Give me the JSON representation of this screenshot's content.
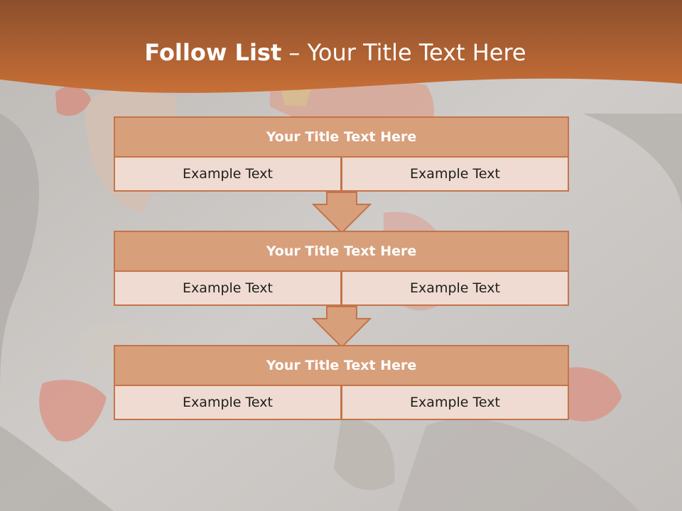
{
  "slide": {
    "title_bold": "Follow List",
    "title_rest": " – Your Title Text Here"
  },
  "blocks": [
    {
      "title": "Your Title Text Here",
      "left": "Example Text",
      "right": "Example Text"
    },
    {
      "title": "Your Title Text Here",
      "left": "Example Text",
      "right": "Example Text"
    },
    {
      "title": "Your Title Text Here",
      "left": "Example Text",
      "right": "Example Text"
    }
  ],
  "colors": {
    "header_accent": "#c0652f",
    "box_border": "#c47449",
    "box_title_fill": "#d89f7b",
    "box_cell_fill": "#efdbd1"
  }
}
